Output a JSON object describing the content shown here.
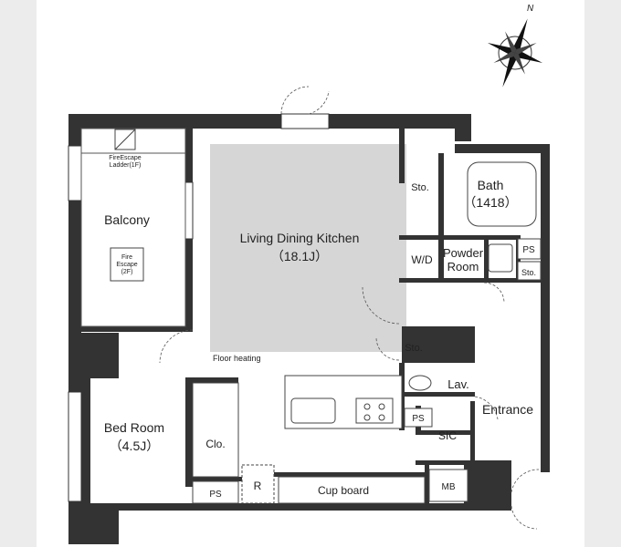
{
  "rooms": {
    "balcony": "Balcony",
    "ldk_name": "Living Dining Kitchen",
    "ldk_size": "（18.1J）",
    "bedroom_name": "Bed Room",
    "bedroom_size": "（4.5J）",
    "bath_name": "Bath",
    "bath_size": "（1418）",
    "powder_line1": "Powder",
    "powder_line2": "Room",
    "entrance": "Entrance"
  },
  "labels": {
    "sto_top": "Sto.",
    "sto_small": "Sto.",
    "sto_mid": "Sto.",
    "ps_top": "PS",
    "ps_mid": "PS",
    "ps_bottom": "PS",
    "wd": "W/D",
    "lav": "Lav.",
    "sic": "SIC",
    "mb": "MB",
    "clo": "Clo.",
    "refrigerator": "R",
    "cupboard": "Cup board",
    "floor_heating": "Floor heating",
    "fire_escape_ladder_1": "FireEscape",
    "fire_escape_ladder_2": "Ladder(1F)",
    "fire_escape_hatch_1": "Fire",
    "fire_escape_hatch_2": "Escape",
    "fire_escape_hatch_3": "(2F)"
  },
  "compass": {
    "north": "N"
  },
  "colors": {
    "wall": "#333333",
    "floor_heating_zone": "#d6d6d6",
    "background": "#ececec",
    "paper": "#ffffff"
  }
}
